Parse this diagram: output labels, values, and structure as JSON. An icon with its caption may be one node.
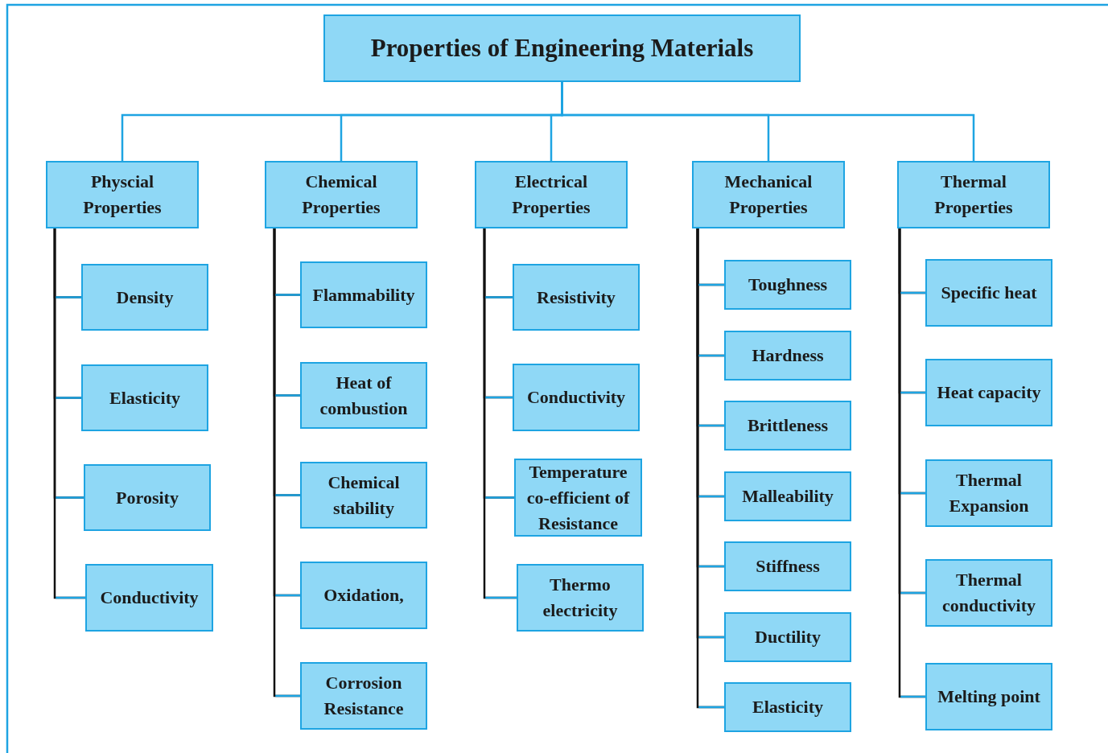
{
  "diagram": {
    "nodes": [
      {
        "text": [
          "Properties of Engineering Materials"
        ]
      },
      {
        "text": [
          "Physcial Properties"
        ]
      },
      {
        "text": [
          "Chemical Properties"
        ]
      },
      {
        "text": [
          "Electrical Properties"
        ]
      },
      {
        "text": [
          "Mechanical Properties"
        ]
      },
      {
        "text": [
          "Thermal Properties"
        ]
      },
      {
        "text": [
          "Density"
        ]
      },
      {
        "text": [
          "Elasticity"
        ]
      },
      {
        "text": [
          "Porosity"
        ]
      },
      {
        "text": [
          "Conductivity"
        ]
      },
      {
        "text": [
          "Flammability"
        ]
      },
      {
        "text": [
          "Heat of combustion"
        ]
      },
      {
        "text": [
          "Chemical stability"
        ]
      },
      {
        "text": [
          "Oxidation,"
        ]
      },
      {
        "text": [
          "Corrosion Resistance"
        ]
      },
      {
        "text": [
          "Resistivity"
        ]
      },
      {
        "text": [
          "Conductivity"
        ]
      },
      {
        "text": [
          "Temperature co-efficient of Resistance"
        ]
      },
      {
        "text": [
          "Thermo electricity"
        ]
      },
      {
        "text": [
          "Toughness"
        ]
      },
      {
        "text": [
          "Hardness"
        ]
      },
      {
        "text": [
          "Brittleness"
        ]
      },
      {
        "text": [
          "Malleability"
        ]
      },
      {
        "text": [
          "Stiffness"
        ]
      },
      {
        "text": [
          "Ductility"
        ]
      },
      {
        "text": [
          "Elasticity"
        ]
      },
      {
        "text": [
          "Specific heat"
        ]
      },
      {
        "text": [
          "Heat capacity"
        ]
      },
      {
        "text": [
          "Thermal Expansion"
        ]
      },
      {
        "text": [
          "Thermal conductivity"
        ]
      },
      {
        "text": [
          "Melting point"
        ]
      }
    ],
    "edges": [
      {
        "from": 0,
        "to": 1,
        "arrow": "none",
        "color": "#1ea4e2"
      },
      {
        "from": 0,
        "to": 2,
        "arrow": "none",
        "color": "#1ea4e2"
      },
      {
        "from": 0,
        "to": 3,
        "arrow": "none",
        "color": "#1ea4e2"
      },
      {
        "from": 0,
        "to": 4,
        "arrow": "none",
        "color": "#1ea4e2"
      },
      {
        "from": 0,
        "to": 5,
        "arrow": "none",
        "color": "#1ea4e2"
      },
      {
        "from": 1,
        "to": 6,
        "arrow": "none"
      },
      {
        "from": 1,
        "to": 7,
        "arrow": "none"
      },
      {
        "from": 1,
        "to": 8,
        "arrow": "none"
      },
      {
        "from": 1,
        "to": 9,
        "arrow": "none"
      },
      {
        "from": 2,
        "to": 10,
        "arrow": "none"
      },
      {
        "from": 2,
        "to": 11,
        "arrow": "none"
      },
      {
        "from": 2,
        "to": 12,
        "arrow": "none"
      },
      {
        "from": 2,
        "to": 13,
        "arrow": "none"
      },
      {
        "from": 2,
        "to": 14,
        "arrow": "none"
      },
      {
        "from": 3,
        "to": 15,
        "arrow": "none"
      },
      {
        "from": 3,
        "to": 16,
        "arrow": "none"
      },
      {
        "from": 3,
        "to": 17,
        "arrow": "none"
      },
      {
        "from": 3,
        "to": 18,
        "arrow": "none"
      },
      {
        "from": 4,
        "to": 19,
        "arrow": "none"
      },
      {
        "from": 4,
        "to": 20,
        "arrow": "none"
      },
      {
        "from": 4,
        "to": 21,
        "arrow": "none"
      },
      {
        "from": 4,
        "to": 22,
        "arrow": "none"
      },
      {
        "from": 4,
        "to": 23,
        "arrow": "none"
      },
      {
        "from": 4,
        "to": 24,
        "arrow": "none"
      },
      {
        "from": 4,
        "to": 25,
        "arrow": "none"
      },
      {
        "from": 5,
        "to": 26,
        "arrow": "none"
      },
      {
        "from": 5,
        "to": 27,
        "arrow": "none"
      },
      {
        "from": 5,
        "to": 28,
        "arrow": "none"
      },
      {
        "from": 5,
        "to": 29,
        "arrow": "none"
      },
      {
        "from": 5,
        "to": 30,
        "arrow": "none"
      }
    ]
  }
}
